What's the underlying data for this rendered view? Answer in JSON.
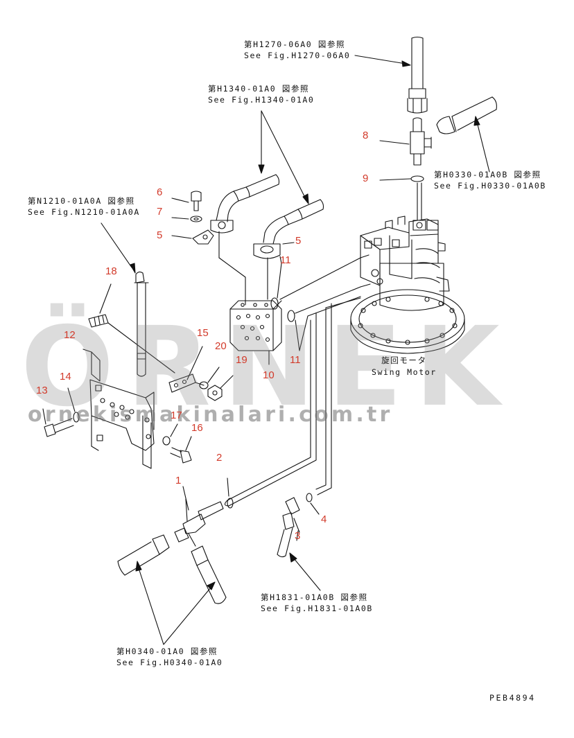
{
  "watermark": {
    "brand": "ÖRNEK",
    "site": "ornekismakinalari.com.tr"
  },
  "drawing_code": "PEB4894",
  "references": [
    {
      "jp": "第H1270-06A0 図参照",
      "en": "See Fig.H1270-06A0"
    },
    {
      "jp": "第H1340-01A0 図参照",
      "en": "See Fig.H1340-01A0"
    },
    {
      "jp": "第N1210-01A0A 図参照",
      "en": "See Fig.N1210-01A0A"
    },
    {
      "jp": "第H0330-01A0B 図参照",
      "en": "See Fig.H0330-01A0B"
    },
    {
      "jp": "第H1831-01A0B 図参照",
      "en": "See Fig.H1831-01A0B"
    },
    {
      "jp": "第H0340-01A0 図参照",
      "en": "See Fig.H0340-01A0"
    }
  ],
  "motor_label": {
    "jp": "旋回モータ",
    "en": "Swing Motor"
  },
  "part_numbers": [
    "1",
    "2",
    "3",
    "4",
    "5",
    "5",
    "6",
    "7",
    "8",
    "9",
    "10",
    "11",
    "11",
    "12",
    "13",
    "14",
    "15",
    "16",
    "17",
    "18",
    "19",
    "20"
  ],
  "colors": {
    "ink": "#111111",
    "callout": "#d23a2a"
  }
}
